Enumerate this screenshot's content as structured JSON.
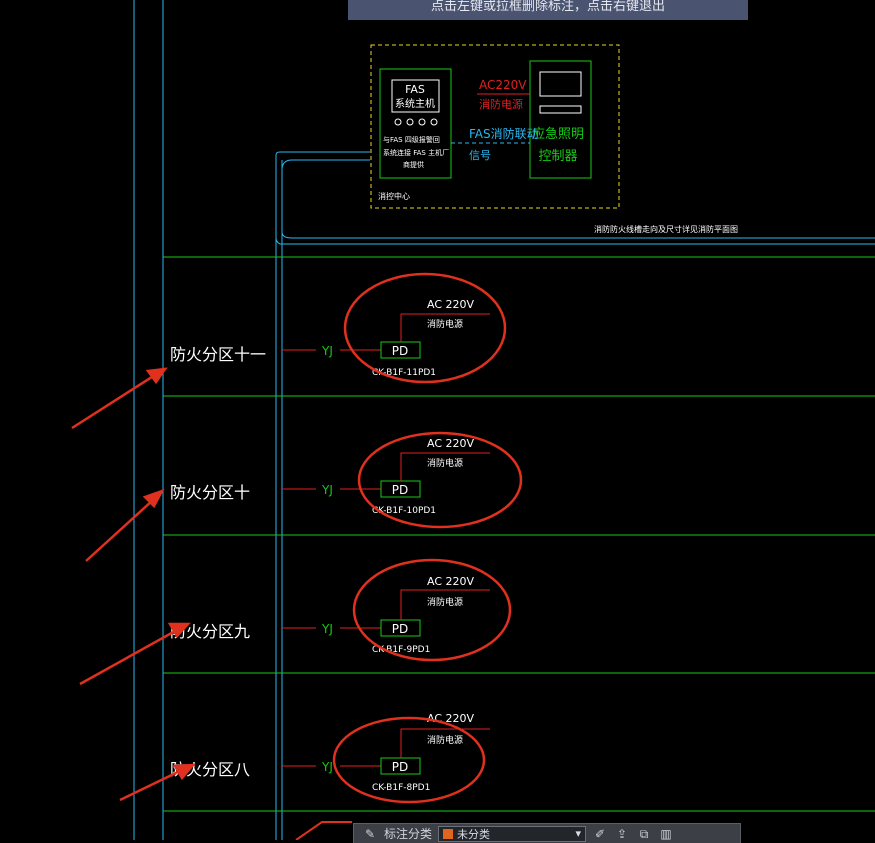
{
  "hint_bar": {
    "text": "点击左键或拉框删除标注，点击右键退出"
  },
  "fire_center": {
    "fas_title": "FAS",
    "fas_subtitle": "系统主机",
    "fas_note_1": "与FAS  四级报警回",
    "fas_note_2": "系统连接   FAS  主机厂",
    "fas_note_3": "商提供",
    "ac_label": "AC220V",
    "power_label": "消防电源",
    "signal_label": "FAS消防联动",
    "signal_label_2": "信号",
    "controller_label_1": "应急照明",
    "controller_label_2": "控制器",
    "center_label": "消控中心"
  },
  "routing_note": "消防防火线槽走向及尺寸详见消防平面图",
  "zones": [
    {
      "name": "防火分区十一",
      "cable": "YJ",
      "panel": "PD",
      "ac": "AC 220V",
      "power": "消防电源",
      "code": "CK-B1F-11PD1"
    },
    {
      "name": "防火分区十",
      "cable": "YJ",
      "panel": "PD",
      "ac": "AC 220V",
      "power": "消防电源",
      "code": "CK-B1F-10PD1"
    },
    {
      "name": "防火分区九",
      "cable": "YJ",
      "panel": "PD",
      "ac": "AC 220V",
      "power": "消防电源",
      "code": "CK-B1F-9PD1"
    },
    {
      "name": "防火分区八",
      "cable": "YJ",
      "panel": "PD",
      "ac": "AC 220V",
      "power": "消防电源",
      "code": "CK-B1F-8PD1"
    }
  ],
  "toolbar": {
    "label": "标注分类",
    "selected": "未分类",
    "icons": [
      "markup-icon",
      "pen-icon",
      "upload-icon",
      "copy-icon",
      "trash-icon"
    ]
  },
  "colors": {
    "cyan": "#29b7f0",
    "green": "#17c917",
    "yellow": "#e8d72a",
    "red": "#e02020",
    "white": "#ffffff",
    "annotation": "#e0301e"
  }
}
